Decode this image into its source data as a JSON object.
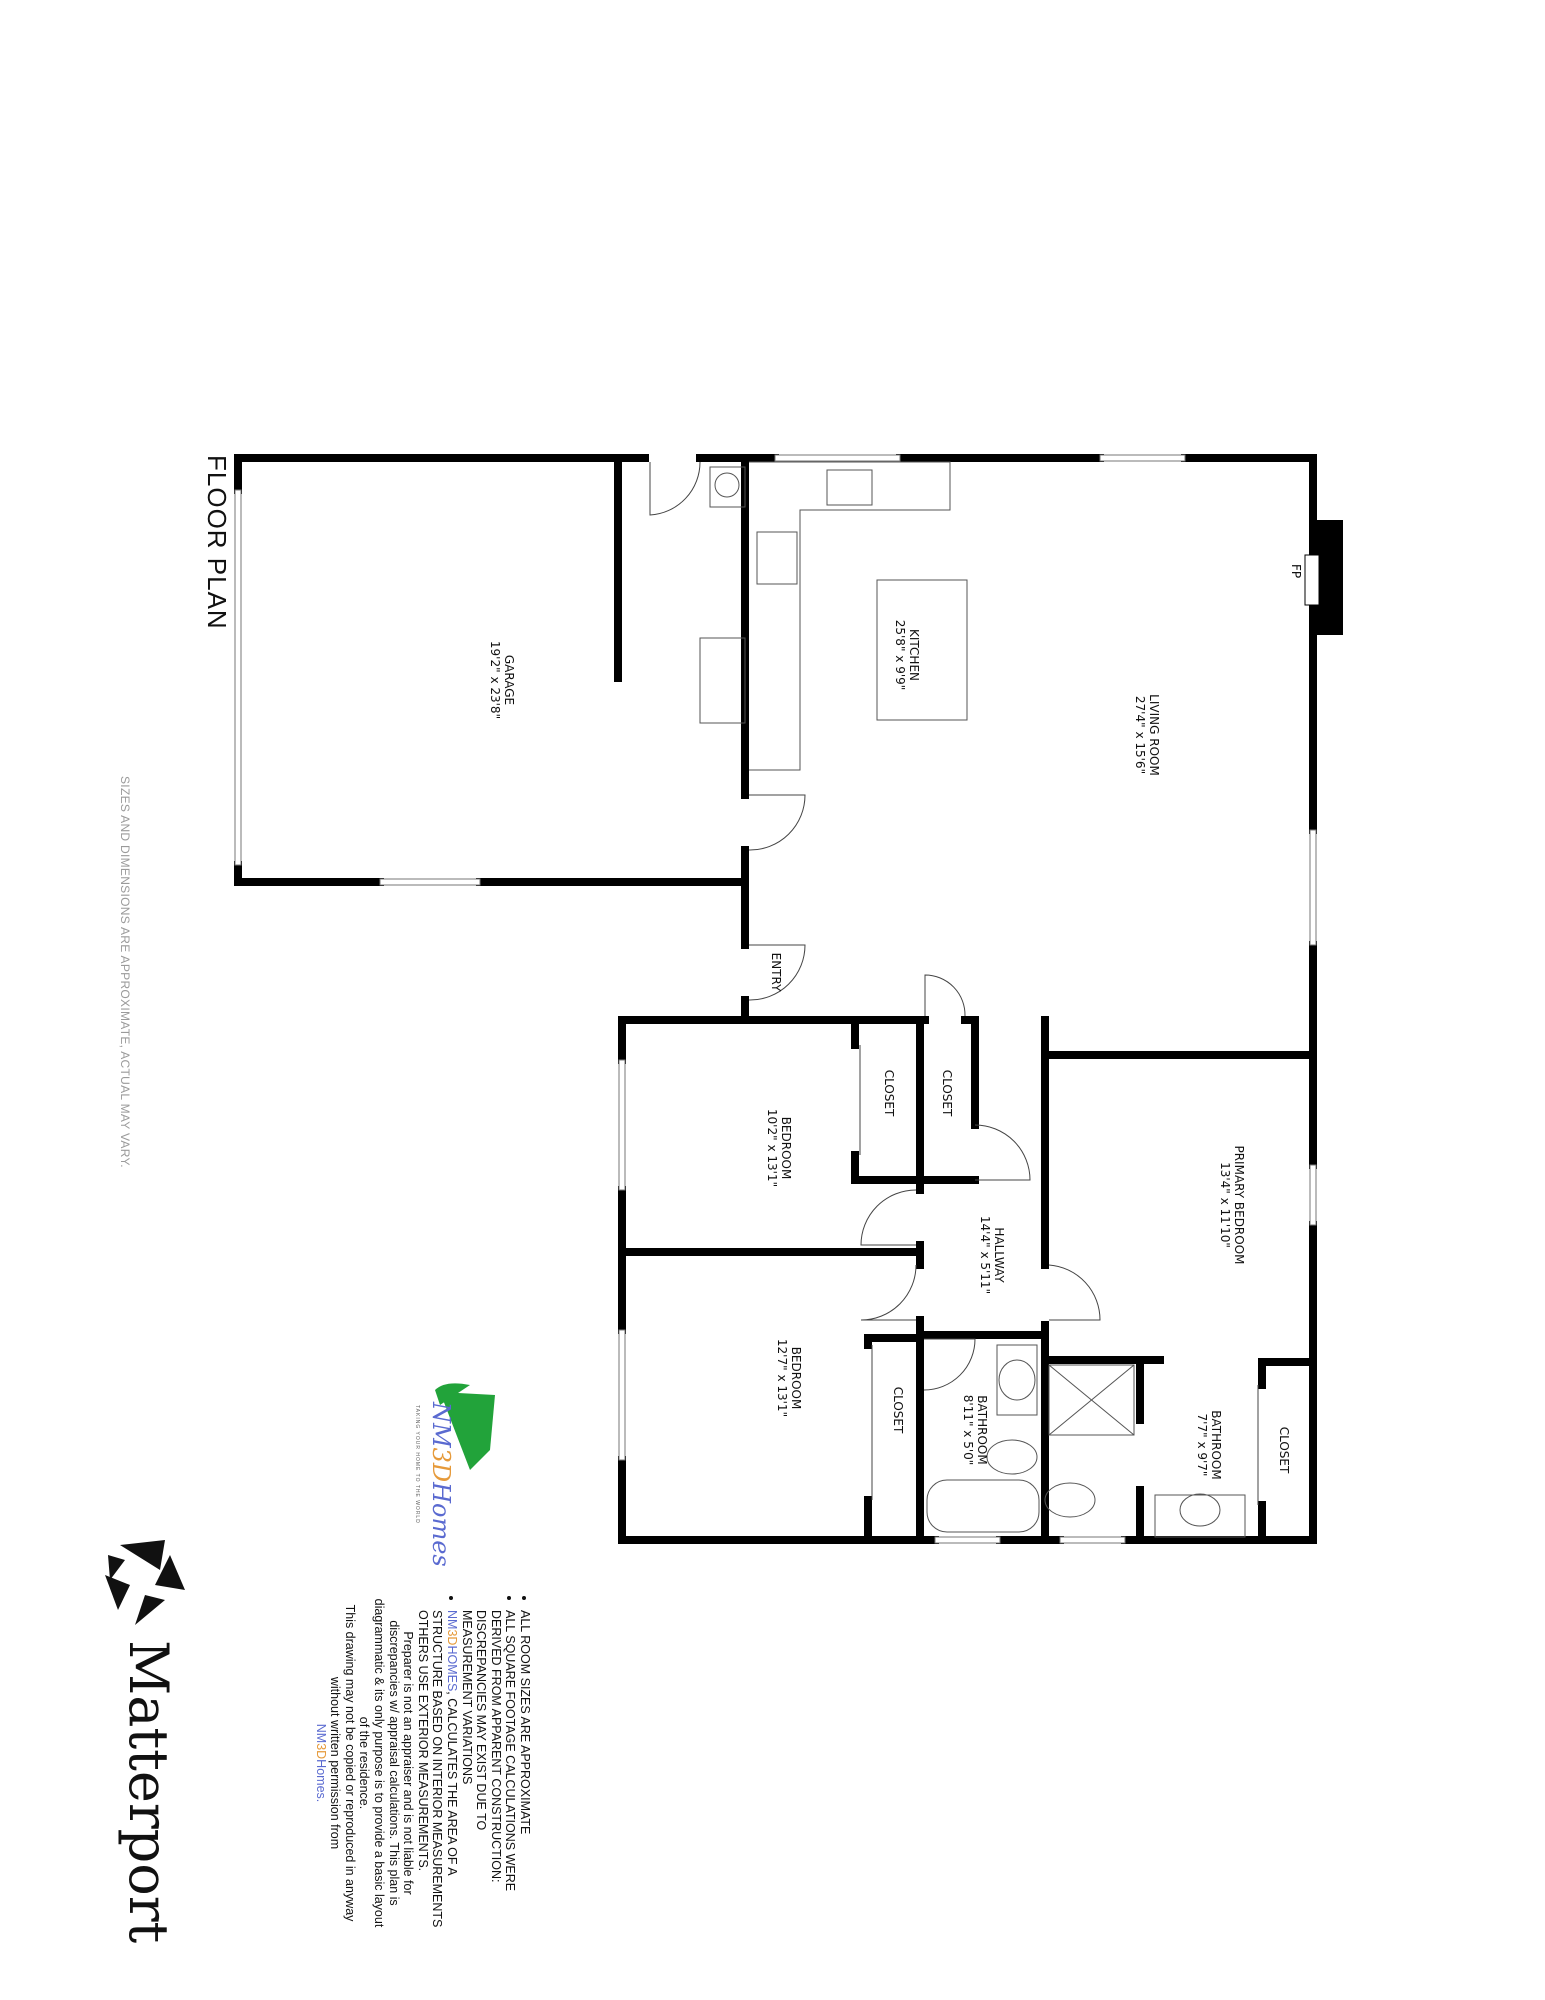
{
  "title": "FLOOR PLAN",
  "disclaimer": "SIZES AND DIMENSIONS ARE APPROXIMATE, ACTUAL MAY VARY.",
  "rooms": {
    "garage": {
      "name": "GARAGE",
      "size": "19'2\" x 23'8\""
    },
    "kitchen": {
      "name": "KITCHEN",
      "size": "25'8\" x 9'9\""
    },
    "living": {
      "name": "LIVING ROOM",
      "size": "27'4\" x 15'6\""
    },
    "entry": {
      "name": "ENTRY"
    },
    "fireplace": {
      "name": "FP"
    },
    "bedroom1": {
      "name": "BEDROOM",
      "size": "10'2\" x 13'1\""
    },
    "bedroom2": {
      "name": "BEDROOM",
      "size": "12'7\" x 13'1\""
    },
    "closet1": {
      "name": "CLOSET"
    },
    "closet2": {
      "name": "CLOSET"
    },
    "closet3": {
      "name": "CLOSET"
    },
    "closet4": {
      "name": "CLOSET"
    },
    "hallway": {
      "name": "HALLWAY",
      "size": "14'4\" x 5'11\""
    },
    "bathroom1": {
      "name": "BATHROOM",
      "size": "8'11\" x 5'0\""
    },
    "bathroom2": {
      "name": "BATHROOM",
      "size": "7'7\" x 9'7\""
    },
    "primary": {
      "name": "PRIMARY BEDROOM",
      "size": "13'4\" x 11'10\""
    }
  },
  "notes": {
    "bullets": [
      "ALL ROOM SIZES ARE APPROXIMATE",
      "ALL SQUARE FOOTAGE CALCULATIONS WERE DERIVED FROM APPARENT CONSTRUCTION: DISCREPANCIES MAY EXIST DUE TO MEASUREMENT VARIATIONS"
    ],
    "brand_bullet_prefix": "NM",
    "brand_bullet_mid": "3D",
    "brand_bullet_suffix": "HOMES",
    "brand_bullet_rest": ", CALCULATES THE AREA OF A STRUCTURE BASED ON INTERIOR MEASUREMENTS OTHERS USE EXTERIOR MEASUREMENTS.",
    "preparer": "Preparer is not an appraiser and is not liable for discrepancies w/ appraisal calculations. This plan is diagrammatic & its only purpose is to provide a basic layout of the residence.",
    "copyright": "This drawing may not be copied or reproduced in anyway without written permission from",
    "sign_prefix": "NM",
    "sign_mid": "3D",
    "sign_suffix": "Homes."
  },
  "logo_nm3d": {
    "prefix": "NM",
    "mid": "3D",
    "suffix": "Homes",
    "tagline": "TAKING YOUR HOME TO THE WORLD"
  },
  "logo_matterport": {
    "text": "Matterport"
  },
  "colors": {
    "wall": "#000000",
    "brand_blue": "#5a6ad0",
    "brand_orange": "#e69a3a",
    "logo_green": "#22a33a"
  }
}
